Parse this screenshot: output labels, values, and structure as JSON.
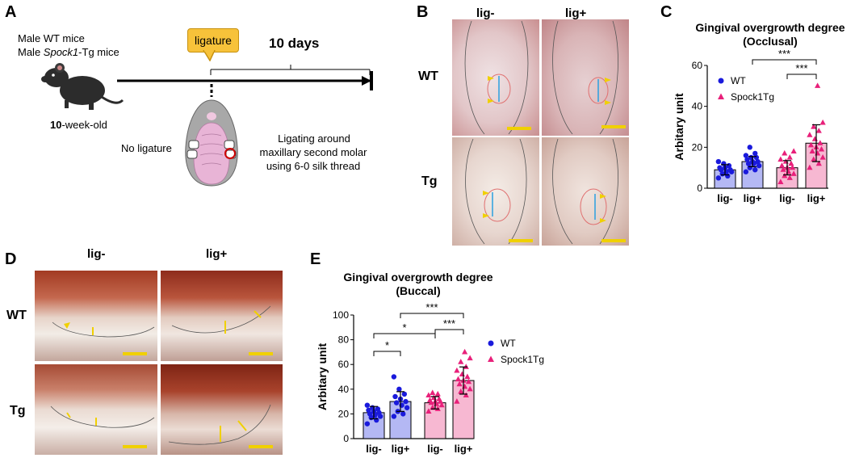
{
  "panels": {
    "a": "A",
    "b": "B",
    "c": "C",
    "d": "D",
    "e": "E"
  },
  "panel_a": {
    "mice_line1": "Male WT mice",
    "mice_line2_pre": "Male ",
    "mice_line2_italic": "Spock1",
    "mice_line2_post": "-Tg mice",
    "age_bold": "10",
    "age_rest": "-week-old",
    "ligature_label": "ligature",
    "duration": "10 days",
    "no_ligature": "No ligature",
    "desc_line1": "Ligating around",
    "desc_line2": "maxillary second molar",
    "desc_line3": "using 6-0 silk thread"
  },
  "panel_b": {
    "col1": "lig-",
    "col2": "lig+",
    "row1": "WT",
    "row2": "Tg"
  },
  "panel_d": {
    "col1": "lig-",
    "col2": "lig+",
    "row1": "WT",
    "row2": "Tg"
  },
  "chart_data": [
    {
      "type": "bar",
      "title": "Gingival overgrowth degree",
      "subtitle": "(Occlusal)",
      "ylabel": "Arbitary unit",
      "categories": [
        "lig-",
        "lig+",
        "lig-",
        "lig+"
      ],
      "ylim": [
        0,
        60
      ],
      "yticks": [
        0,
        20,
        40,
        60
      ],
      "series": [
        {
          "name": "WT",
          "color": "#1a1adc",
          "marker": "circle",
          "values": [
            9,
            13
          ]
        },
        {
          "name": "Spock1Tg",
          "color": "#e8207a",
          "marker": "triangle",
          "values": [
            10,
            22
          ]
        }
      ],
      "error": [
        2.5,
        2.5,
        3.5,
        9
      ],
      "points": [
        [
          5,
          6,
          7,
          8,
          8,
          9,
          9,
          10,
          10,
          11,
          12,
          13
        ],
        [
          8,
          9,
          10,
          11,
          12,
          12,
          13,
          13,
          14,
          15,
          15,
          16,
          17,
          20
        ],
        [
          3,
          5,
          6,
          7,
          8,
          9,
          10,
          10,
          11,
          12,
          13,
          14,
          15,
          17,
          18
        ],
        [
          10,
          12,
          14,
          15,
          17,
          18,
          19,
          20,
          21,
          22,
          24,
          26,
          28,
          30,
          32,
          50
        ]
      ],
      "significance": [
        {
          "from": 1,
          "to": 3,
          "text": "***"
        },
        {
          "from": 2,
          "to": 3,
          "text": "***"
        }
      ],
      "legend_position": "right"
    },
    {
      "type": "bar",
      "title": "Gingival overgrowth degree",
      "subtitle": "(Buccal)",
      "ylabel": "Arbitary unit",
      "categories": [
        "lig-",
        "lig+",
        "lig-",
        "lig+"
      ],
      "ylim": [
        0,
        100
      ],
      "yticks": [
        0,
        20,
        40,
        60,
        80,
        100
      ],
      "series": [
        {
          "name": "WT",
          "color": "#1a1adc",
          "marker": "circle",
          "values": [
            21,
            30
          ]
        },
        {
          "name": "Spock1Tg",
          "color": "#e8207a",
          "marker": "triangle",
          "values": [
            29,
            47
          ]
        }
      ],
      "error": [
        5,
        8,
        5,
        11
      ],
      "points": [
        [
          12,
          15,
          17,
          18,
          19,
          20,
          21,
          22,
          23,
          24,
          25,
          27
        ],
        [
          18,
          20,
          22,
          25,
          27,
          29,
          30,
          32,
          34,
          36,
          40,
          50
        ],
        [
          22,
          24,
          25,
          27,
          28,
          29,
          30,
          30,
          31,
          32,
          33,
          35,
          36,
          37
        ],
        [
          30,
          35,
          38,
          40,
          42,
          44,
          46,
          47,
          48,
          50,
          52,
          55,
          58,
          62,
          65,
          70
        ]
      ],
      "significance": [
        {
          "from": 0,
          "to": 1,
          "text": "*"
        },
        {
          "from": 0,
          "to": 2,
          "text": "*"
        },
        {
          "from": 1,
          "to": 3,
          "text": "***"
        },
        {
          "from": 2,
          "to": 3,
          "text": "***"
        }
      ],
      "legend_position": "right"
    }
  ]
}
